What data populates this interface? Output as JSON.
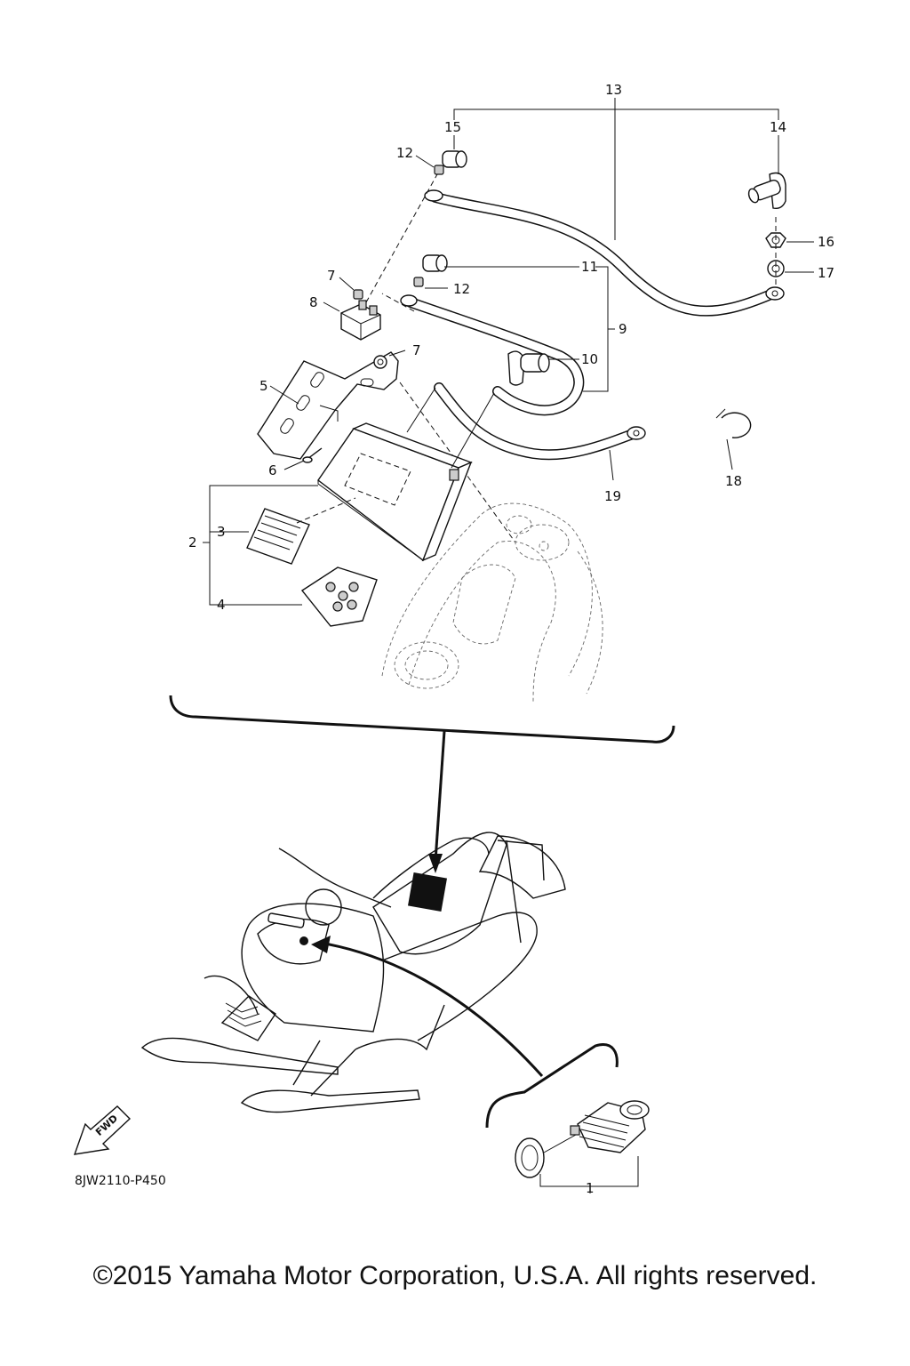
{
  "callouts": {
    "c1": "1",
    "c2": "2",
    "c3": "3",
    "c4": "4",
    "c5": "5",
    "c6": "6",
    "c7a": "7",
    "c7b": "7",
    "c8": "8",
    "c9": "9",
    "c10": "10",
    "c11": "11",
    "c12a": "12",
    "c12b": "12",
    "c13": "13",
    "c14": "14",
    "c15": "15",
    "c16": "16",
    "c17": "17",
    "c18": "18",
    "c19": "19"
  },
  "fwd_label": "FWD",
  "part_code": "8JW2110-P450",
  "copyright": "©2015 Yamaha Motor Corporation, U.S.A. All rights reserved.",
  "icons": {
    "direction": "fwd-arrow-icon",
    "battery": "battery-icon",
    "machine": "snowmobile-icon"
  }
}
